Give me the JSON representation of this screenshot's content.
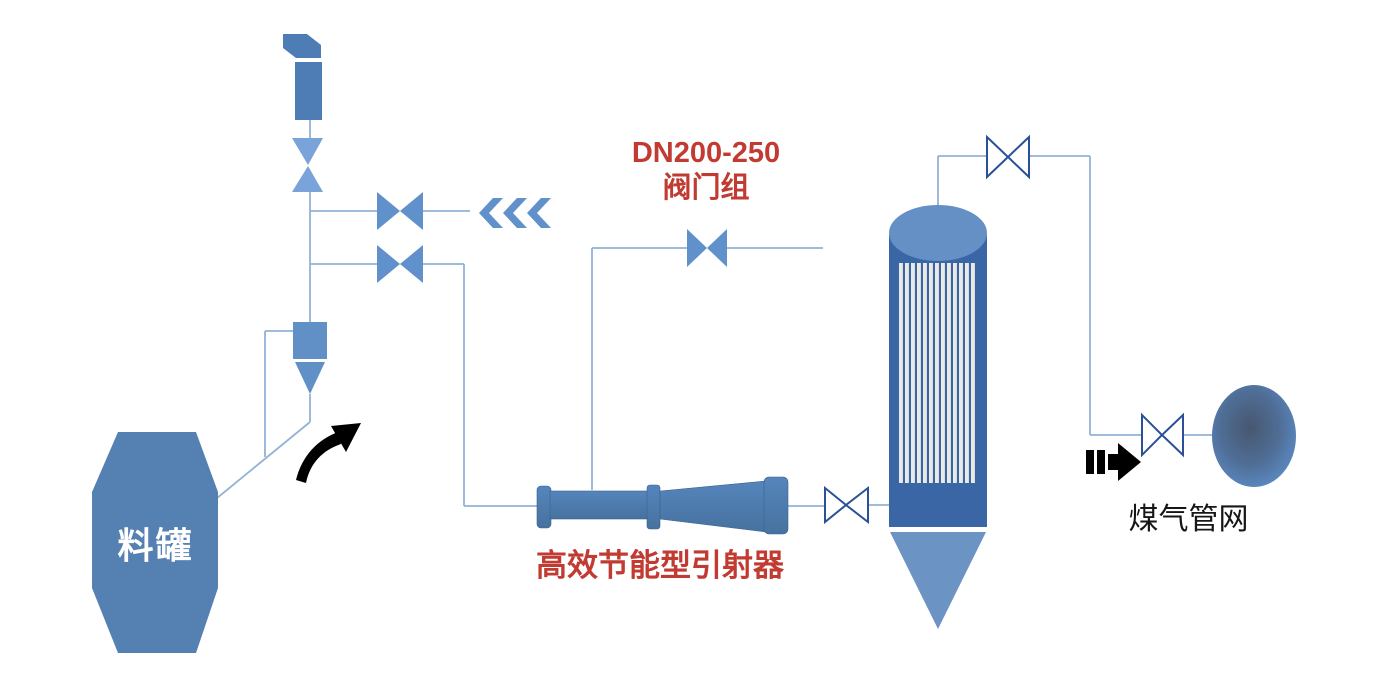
{
  "page": {
    "kind": "process-flow-diagram",
    "background": "#ffffff"
  },
  "labels": {
    "tank": "料罐",
    "valve_group_line1": "DN200-250",
    "valve_group_line2": "阀门组",
    "ejector": "高效节能型引射器",
    "gas_network": "煤气管网"
  },
  "colors": {
    "pipe_line": "#93b2d6",
    "valve_fill": "#6191cb",
    "valve_light_fill": "#7aa3da",
    "valve_outline": "#2a5198",
    "vent_fill": "#4e7cb5",
    "hopper_fill": "#6190c6",
    "tank_fill": "#5581b2",
    "ejector_fill": "#4c7cb4",
    "vessel_body": "#3b66a6",
    "vessel_head": "#6590c6",
    "vessel_cone": "#6b93c4",
    "vessel_stripe": "#e9e9e5",
    "sphere_edge": "#5d8dc8",
    "sphere_center": "#47576f",
    "label_red": "#c13b32",
    "label_black": "#161616",
    "arrow_black": "#000000"
  },
  "components": [
    "vent-stack",
    "vent-valve",
    "isolation-valve-1",
    "isolation-valve-2",
    "flow-chevrons-icon",
    "feed-hopper",
    "material-tank",
    "curved-arrow-icon",
    "valve-group-valve",
    "ejector",
    "ejector-outlet-valve",
    "tube-filter-vessel",
    "vessel-top-valve",
    "flow-arrow-icon",
    "network-valve",
    "gas-network-sphere"
  ]
}
